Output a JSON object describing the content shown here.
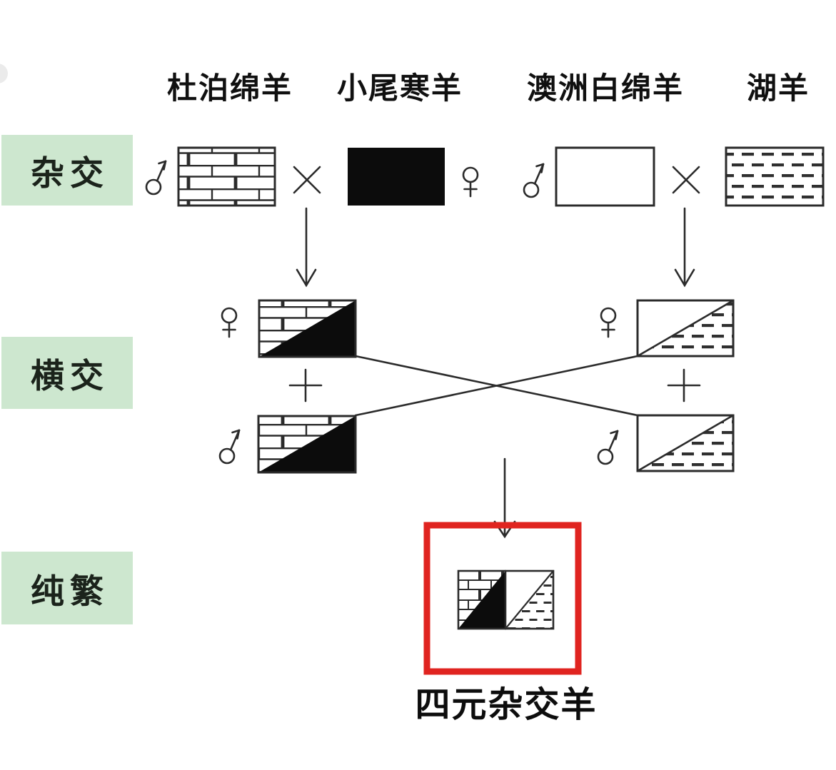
{
  "colors": {
    "background": "#ffffff",
    "stage_label_bg": "#cde7cf",
    "stage_label_text": "#1b231b",
    "diagram_line": "#2b2b2b",
    "solid_fill": "#0c0c0c",
    "highlight_box": "#e02420",
    "caption_text": "#0d0d0d"
  },
  "breeds": [
    {
      "label": "杜泊绵羊",
      "pattern": "brick"
    },
    {
      "label": "小尾寒羊",
      "pattern": "solid-black"
    },
    {
      "label": "澳洲白绵羊",
      "pattern": "plain-white"
    },
    {
      "label": "湖羊",
      "pattern": "dashed"
    }
  ],
  "stages": [
    {
      "label": "杂交"
    },
    {
      "label": "横交"
    },
    {
      "label": "纯繁"
    }
  ],
  "symbols": {
    "male": "♂",
    "female": "♀",
    "cross": "×",
    "plus": "+"
  },
  "result": {
    "caption": "四元杂交羊"
  }
}
